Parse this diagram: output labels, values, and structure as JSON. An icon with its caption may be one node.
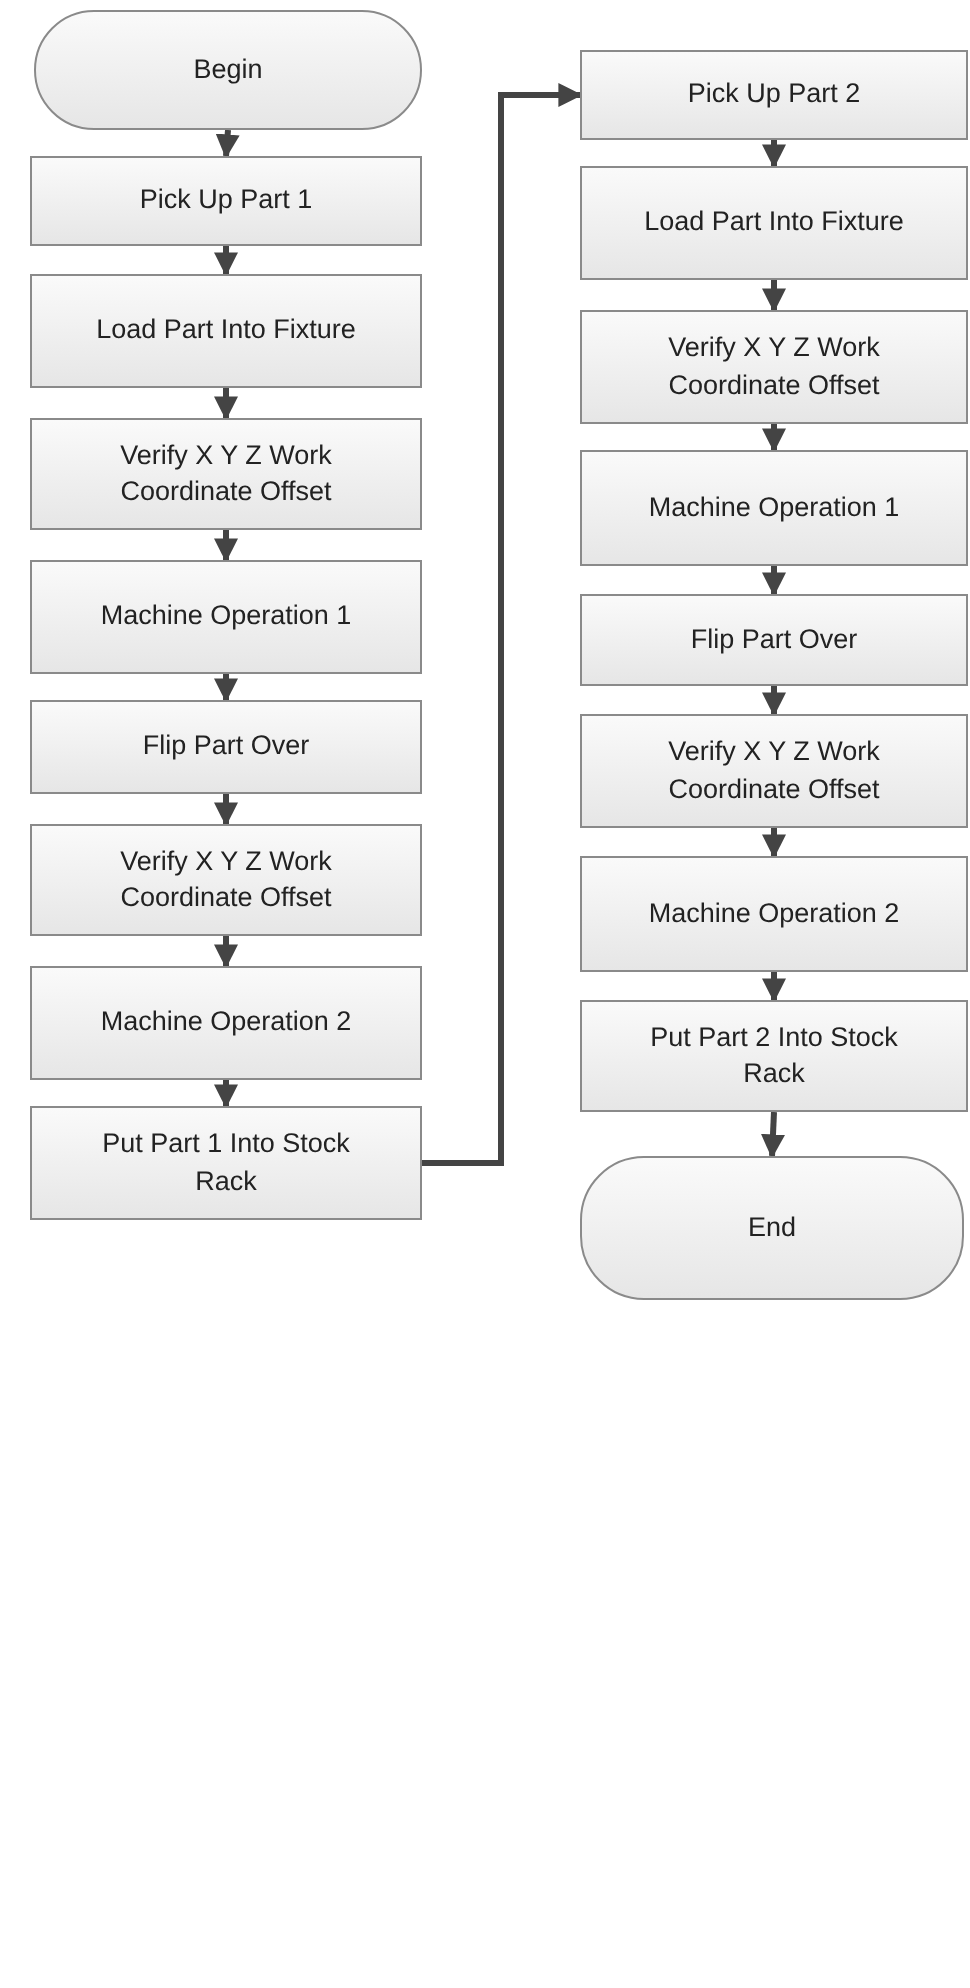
{
  "diagram": {
    "nodes": [
      {
        "text": [
          "Begin"
        ]
      },
      {
        "text": [
          "Pick Up Part 1"
        ]
      },
      {
        "text": [
          "Load Part Into Fixture"
        ]
      },
      {
        "text": [
          "Verify X Y Z Work Coordinate Offset"
        ]
      },
      {
        "text": [
          "Machine Operation 1"
        ]
      },
      {
        "text": [
          "Flip Part Over"
        ]
      },
      {
        "text": [
          "Verify X Y Z Work Coordinate Offset"
        ]
      },
      {
        "text": [
          "Machine Operation 2"
        ]
      },
      {
        "text": [
          "Put Part 1 Into Stock Rack"
        ]
      },
      {
        "text": [
          "Pick Up Part 2"
        ]
      },
      {
        "text": [
          "Load Part Into Fixture"
        ]
      },
      {
        "text": [
          "Verify X Y Z Work Coordinate Offset"
        ]
      },
      {
        "text": [
          "Machine Operation 1"
        ]
      },
      {
        "text": [
          "Flip Part Over"
        ]
      },
      {
        "text": [
          "Verify X Y Z Work Coordinate Offset"
        ]
      },
      {
        "text": [
          "Machine Operation 2"
        ]
      },
      {
        "text": [
          "Put Part 2 Into Stock Rack"
        ]
      },
      {
        "text": [
          "End"
        ]
      }
    ],
    "edges": [
      {
        "from": 0,
        "to": 1,
        "arrow": "to"
      },
      {
        "from": 1,
        "to": 2,
        "arrow": "to"
      },
      {
        "from": 2,
        "to": 3,
        "arrow": "to"
      },
      {
        "from": 3,
        "to": 4,
        "arrow": "to"
      },
      {
        "from": 4,
        "to": 5,
        "arrow": "to"
      },
      {
        "from": 5,
        "to": 6,
        "arrow": "to"
      },
      {
        "from": 6,
        "to": 7,
        "arrow": "to"
      },
      {
        "from": 7,
        "to": 8,
        "arrow": "to"
      },
      {
        "from": 8,
        "to": 9,
        "arrow": "to"
      },
      {
        "from": 9,
        "to": 10,
        "arrow": "to"
      },
      {
        "from": 10,
        "to": 11,
        "arrow": "to"
      },
      {
        "from": 11,
        "to": 12,
        "arrow": "to"
      },
      {
        "from": 12,
        "to": 13,
        "arrow": "to"
      },
      {
        "from": 13,
        "to": 14,
        "arrow": "to"
      },
      {
        "from": 14,
        "to": 15,
        "arrow": "to"
      },
      {
        "from": 15,
        "to": 16,
        "arrow": "to"
      },
      {
        "from": 16,
        "to": 17,
        "arrow": "to"
      }
    ]
  }
}
